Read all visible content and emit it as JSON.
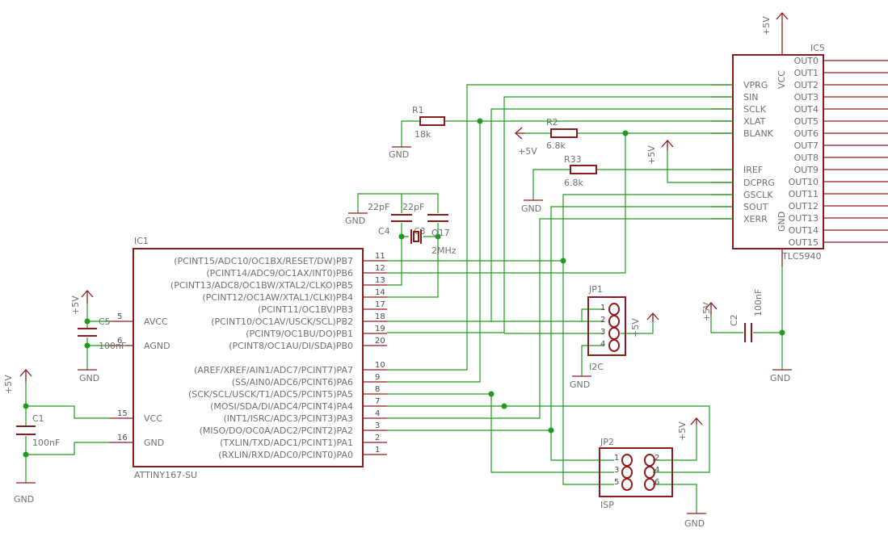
{
  "parts": {
    "ic1": {
      "name": "IC1",
      "value": "ATTINY167-SU",
      "pins_right": [
        {
          "label": "(PCINT15/ADC10/OC1BX/RESET/DW)PB7",
          "num": "11"
        },
        {
          "label": "(PCINT14/ADC9/OC1AX/INT0)PB6",
          "num": "12"
        },
        {
          "label": "(PCINT13/ADC8/OC1BW/XTAL2/CLKO)PB5",
          "num": "13"
        },
        {
          "label": "(PCINT12/OC1AW/XTAL1/CLKI)PB4",
          "num": "14"
        },
        {
          "label": "(PCINT11/OC1BV)PB3",
          "num": "17"
        },
        {
          "label": "(PCINT10/OC1AV/USCK/SCL)PB2",
          "num": "18"
        },
        {
          "label": "(PCINT9/OC1BU/DO)PB1",
          "num": "19"
        },
        {
          "label": "(PCINT8/OC1AU/DI/SDA)PB0",
          "num": "20"
        },
        {
          "label": "(AREF/XREF/AIN1/ADC7/PCINT7)PA7",
          "num": "10"
        },
        {
          "label": "(SS/AIN0/ADC6/PCINT6)PA6",
          "num": "9"
        },
        {
          "label": "(SCK/SCL/USCK/T1/ADC5/PCINT5)PA5",
          "num": "8"
        },
        {
          "label": "(MOSI/SDA/DI/ADC4/PCINT4)PA4",
          "num": "7"
        },
        {
          "label": "(INT1/ISRC/ADC3/PCINT3)PA3",
          "num": "4"
        },
        {
          "label": "(MISO/DO/OC0A/ADC2/PCINT2)PA2",
          "num": "3"
        },
        {
          "label": "(TXLIN/TXD/ADC1/PCINT1)PA1",
          "num": "2"
        },
        {
          "label": "(RXLIN/RXD/ADC0/PCINT0)PA0",
          "num": "1"
        }
      ],
      "pins_left": [
        {
          "label": "AVCC",
          "num": "5"
        },
        {
          "label": "AGND",
          "num": "6"
        },
        {
          "label": "VCC",
          "num": "15"
        },
        {
          "label": "GND",
          "num": "16"
        }
      ]
    },
    "ic5": {
      "name": "IC5",
      "value": "TLC5940",
      "pins_left": [
        "VPRG",
        "SIN",
        "SCLK",
        "XLAT",
        "BLANK",
        "IREF",
        "DCPRG",
        "GSCLK",
        "SOUT",
        "XERR"
      ],
      "vcc": "VCC",
      "gnd": "GND",
      "outputs": [
        "OUT0",
        "OUT1",
        "OUT2",
        "OUT3",
        "OUT4",
        "OUT5",
        "OUT6",
        "OUT7",
        "OUT8",
        "OUT9",
        "OUT10",
        "OUT11",
        "OUT12",
        "OUT13",
        "OUT14",
        "OUT15"
      ]
    },
    "r1": {
      "name": "R1",
      "value": "18k"
    },
    "r2": {
      "name": "R2",
      "value": "6.8k"
    },
    "r33": {
      "name": "R33",
      "value": "6.8k"
    },
    "c1": {
      "name": "C1",
      "value": "100nF"
    },
    "c5": {
      "name": "C5",
      "value": "100nF"
    },
    "c2": {
      "name": "C2",
      "value": "100nF"
    },
    "c3": {
      "name": "C3",
      "value": "22pF"
    },
    "c4": {
      "name": "C4",
      "value": "22pF"
    },
    "q17": {
      "name": "Q17",
      "value": "2MHz"
    },
    "jp1": {
      "name": "JP1",
      "value": "I2C",
      "pins": [
        "1",
        "2",
        "3",
        "4"
      ]
    },
    "jp2": {
      "name": "JP2",
      "value": "ISP",
      "pins": [
        "1",
        "2",
        "3",
        "4",
        "5",
        "6"
      ]
    }
  },
  "supply": {
    "vcc": "+5V",
    "gnd": "GND"
  },
  "colors": {
    "part": "#8b1c1c",
    "wire": "#1f9a1f",
    "text": "#6f6f6f"
  }
}
